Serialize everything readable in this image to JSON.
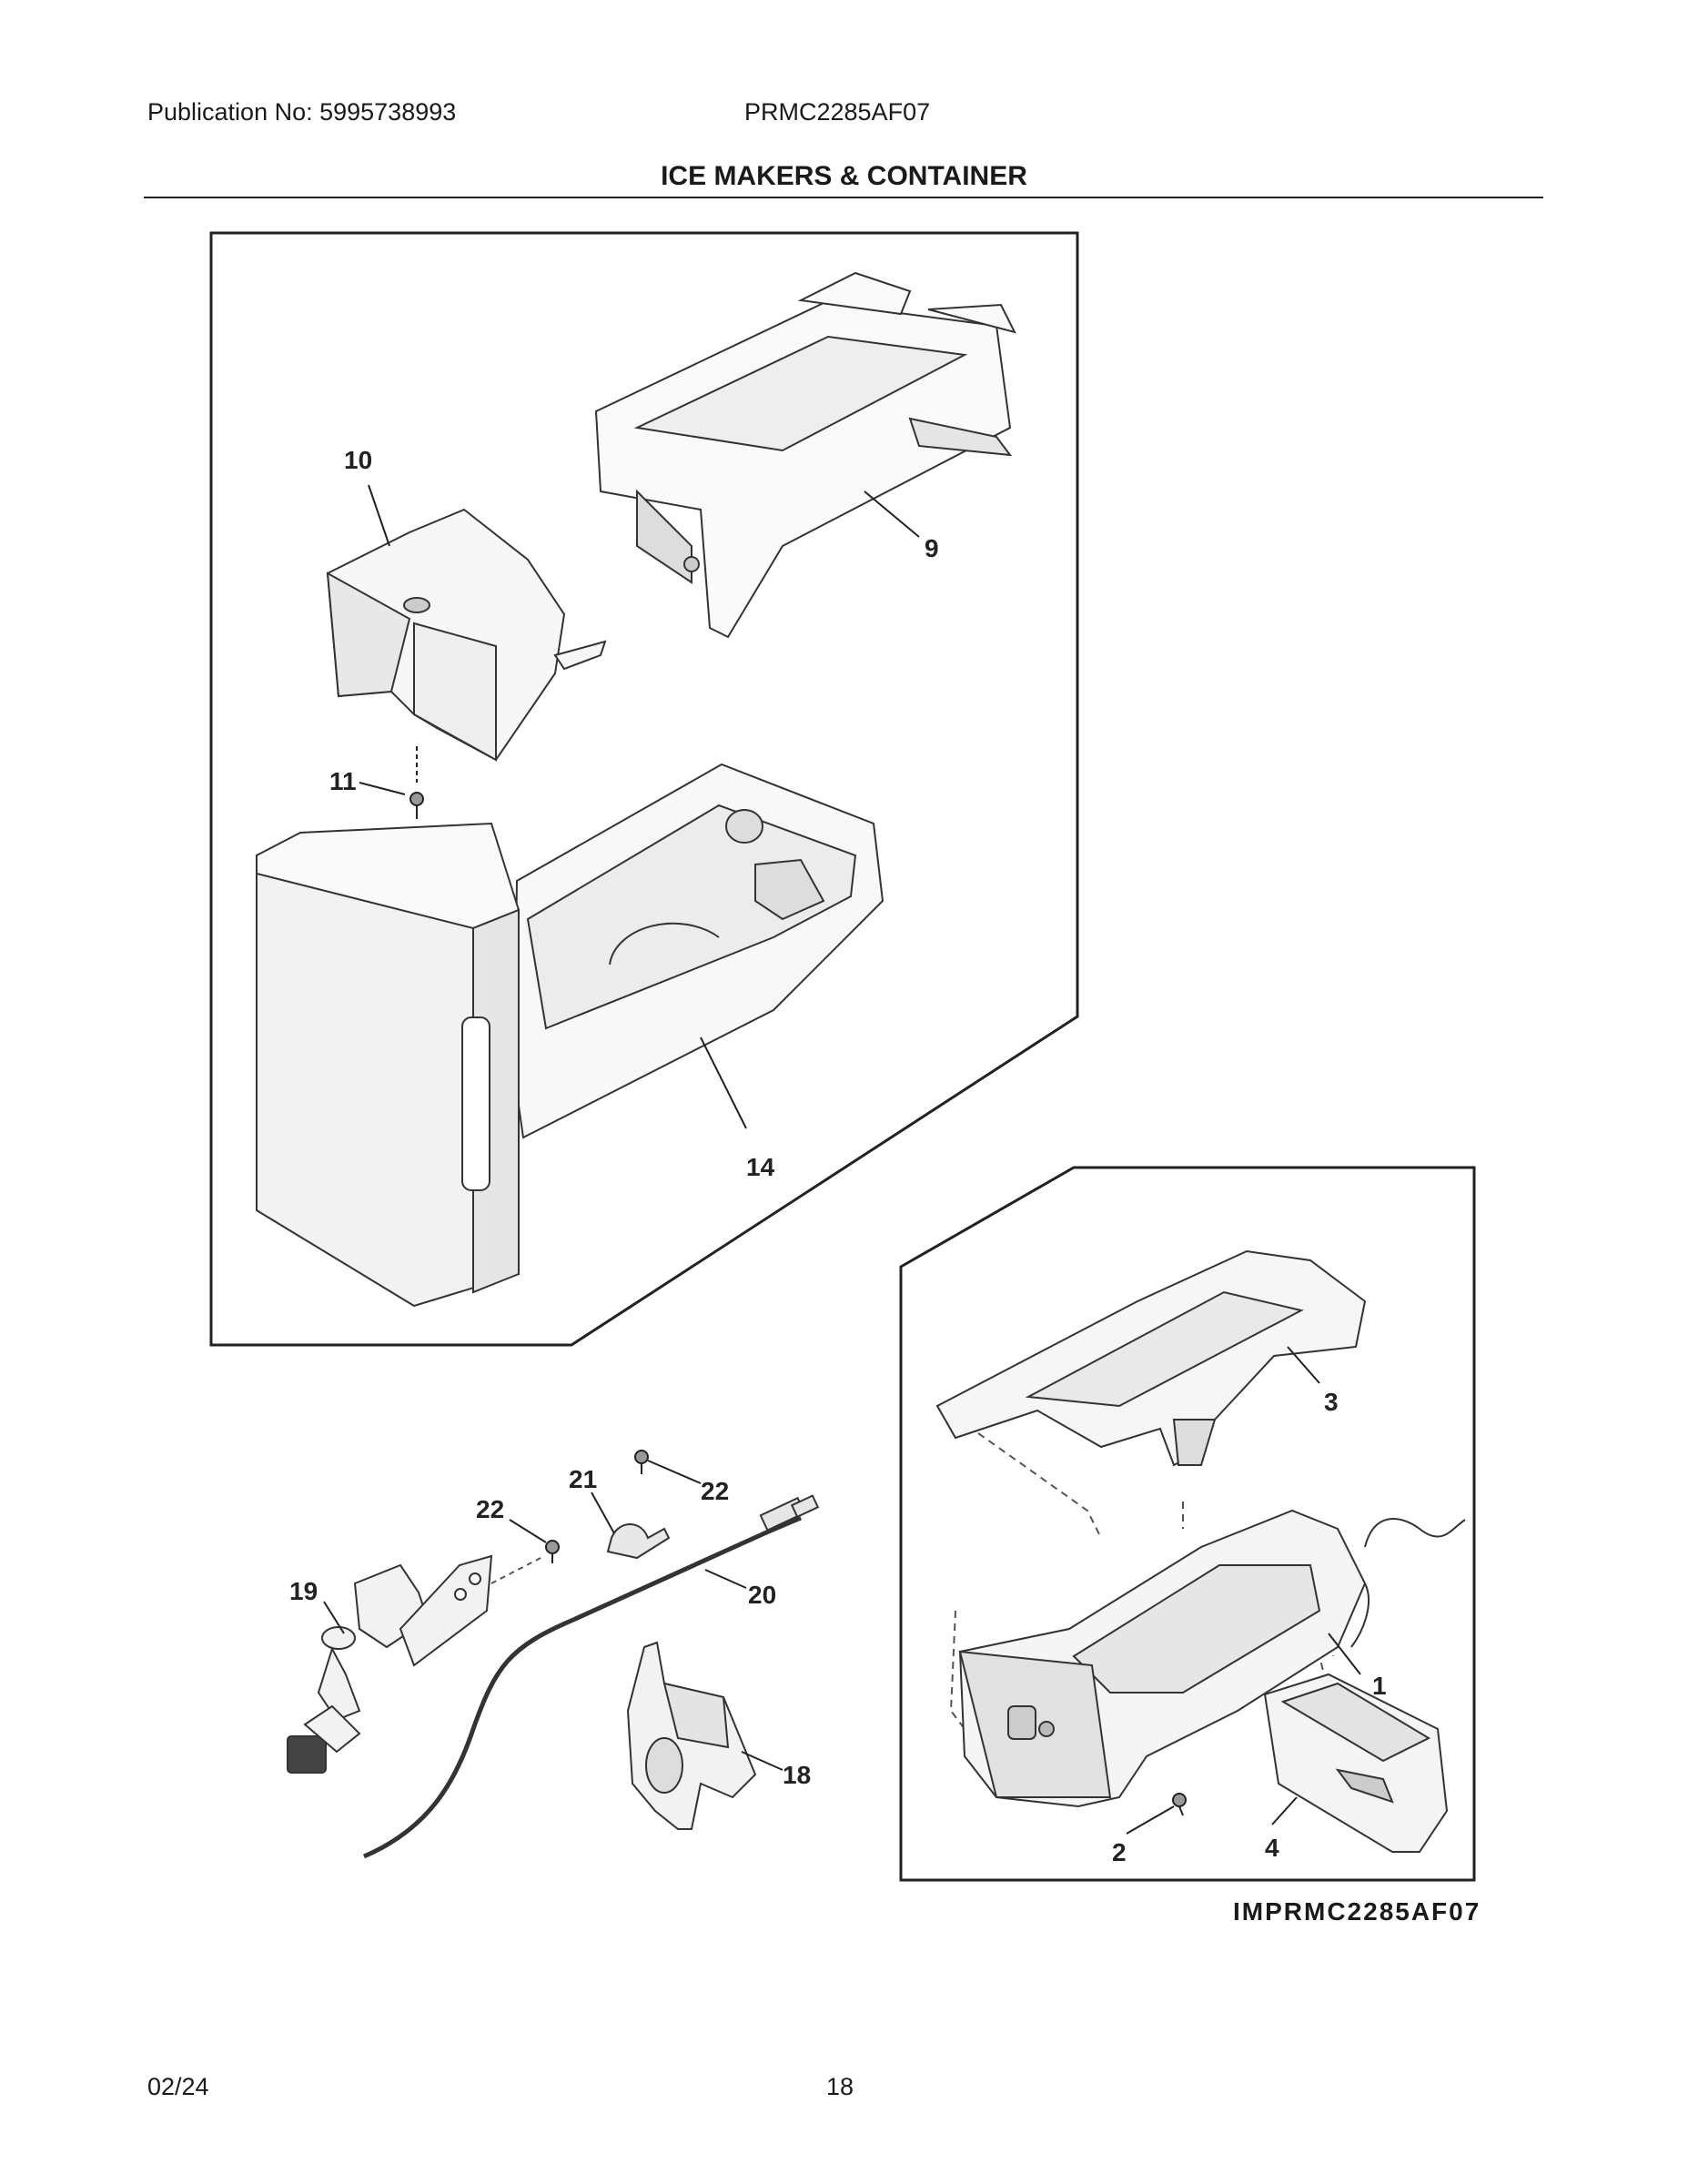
{
  "header": {
    "publication": "Publication No: 5995738993",
    "model": "PRMC2285AF07",
    "title": "ICE MAKERS & CONTAINER"
  },
  "callouts": {
    "c1": "1",
    "c2": "2",
    "c3": "3",
    "c4": "4",
    "c9": "9",
    "c10": "10",
    "c11": "11",
    "c14": "14",
    "c18": "18",
    "c19": "19",
    "c20": "20",
    "c21": "21",
    "c22a": "22",
    "c22b": "22"
  },
  "figure_id": "IMPRMC2285AF07",
  "footer": {
    "date": "02/24",
    "page": "18"
  }
}
